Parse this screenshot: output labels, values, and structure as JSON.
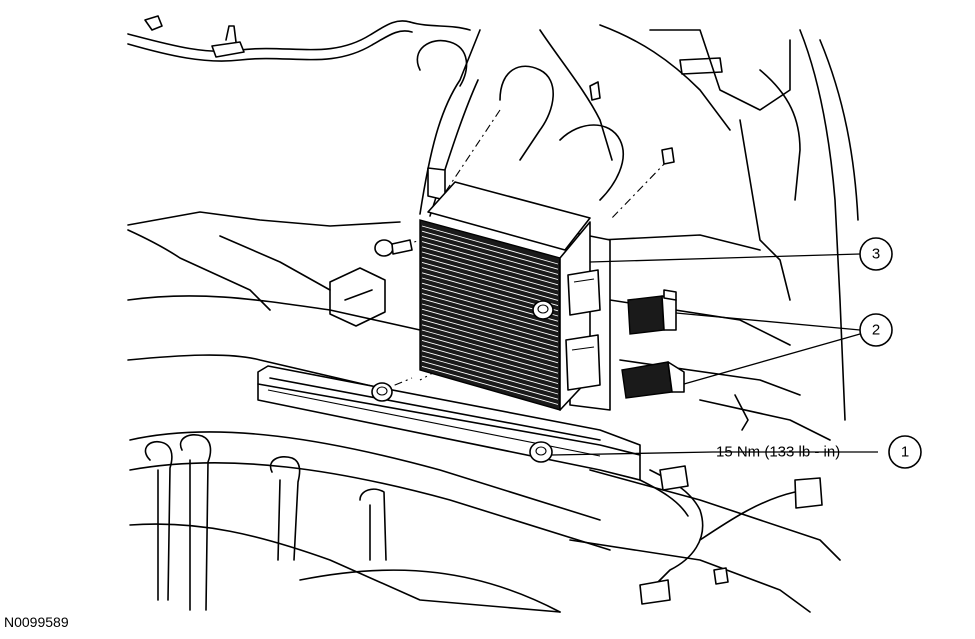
{
  "figure_id": "N0099589",
  "callouts": [
    {
      "number": "3"
    },
    {
      "number": "2"
    },
    {
      "number": "1",
      "spec": "15 Nm (133 lb - in)"
    }
  ]
}
